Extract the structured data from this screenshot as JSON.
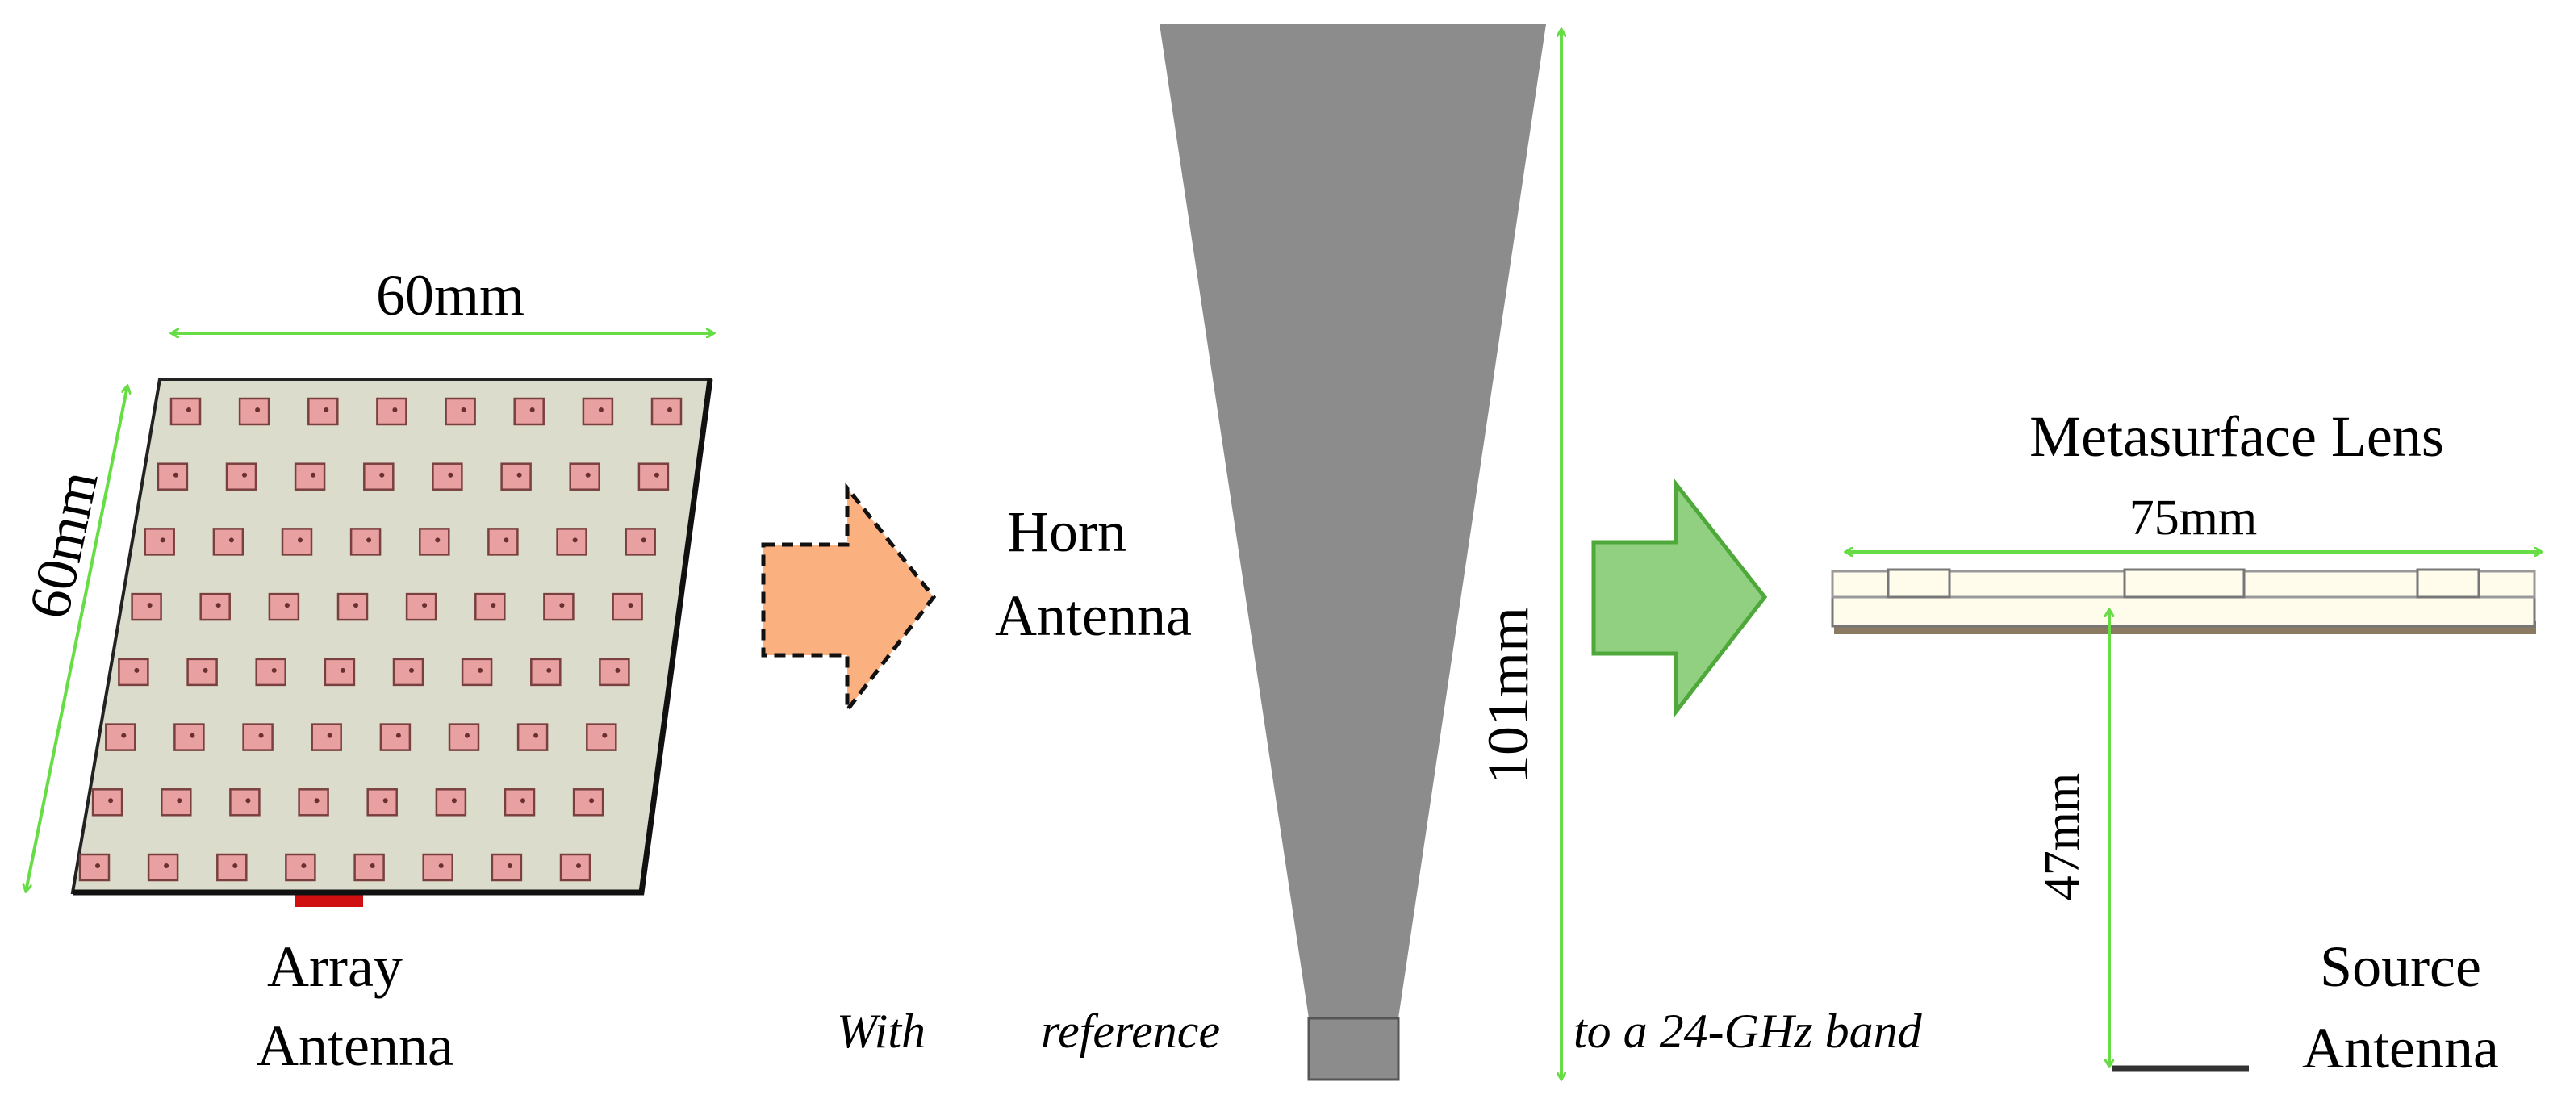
{
  "colors": {
    "dimension_line": "#66dd44",
    "array_board": "#dcdccc",
    "array_element": "#e8a0a0",
    "array_element_border": "#7a4040",
    "feed_tab": "#d01010",
    "horn_fill": "#8c8c8c",
    "arrow_orange": "#fbb07f",
    "arrow_green": "#90d080",
    "arrow_green_stroke": "#4ea83a",
    "lens_fill": "#fffcec",
    "lens_shadow": "#8a7a60",
    "source_line": "#333333"
  },
  "array_antenna": {
    "label_line1": "Array",
    "label_line2": "Antenna",
    "width_dim": "60mm",
    "height_dim": "60mm",
    "element_rows": 8,
    "element_cols": 8
  },
  "horn_antenna": {
    "label_line1": "Horn",
    "label_line2": "Antenna",
    "height_dim": "101mm"
  },
  "metasurface": {
    "label": "Metasurface Lens",
    "width_dim": "75mm",
    "distance_dim": "47mm"
  },
  "source_antenna": {
    "label_line1": "Source",
    "label_line2": "Antenna"
  },
  "caption": {
    "word1": "With",
    "word2": "reference",
    "word3": "to a 24-GHz band"
  }
}
